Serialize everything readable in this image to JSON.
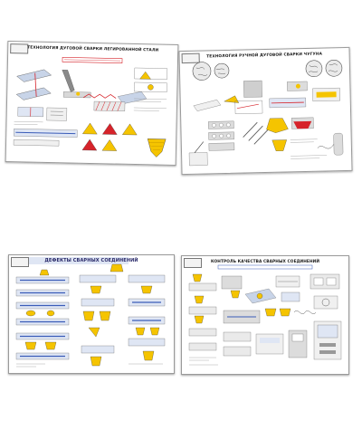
{
  "posters": [
    {
      "title": "ТЕХНОЛОГИЯ ДУГОВОЙ СВАРКИ ЛЕГИРОВАННОЙ СТАЛИ",
      "subtitle": "",
      "accent": "#d6232a",
      "highlight": "#f5c400"
    },
    {
      "title": "ТЕХНОЛОГИЯ РУЧНОЙ ДУГОВОЙ СВАРКИ ЧУГУНА",
      "subtitle": "",
      "accent": "#d6232a",
      "highlight": "#f5c400"
    },
    {
      "title": "ДЕФЕКТЫ СВАРНЫХ СОЕДИНЕНИЙ",
      "subtitle": "",
      "accent": "#3a5cb8",
      "highlight": "#f5c400"
    },
    {
      "title": "КОНТРОЛЬ КАЧЕСТВА СВАРНЫХ СОЕДИНЕНИЙ",
      "subtitle": "",
      "accent": "#3a5cb8",
      "highlight": "#f5c400"
    }
  ]
}
